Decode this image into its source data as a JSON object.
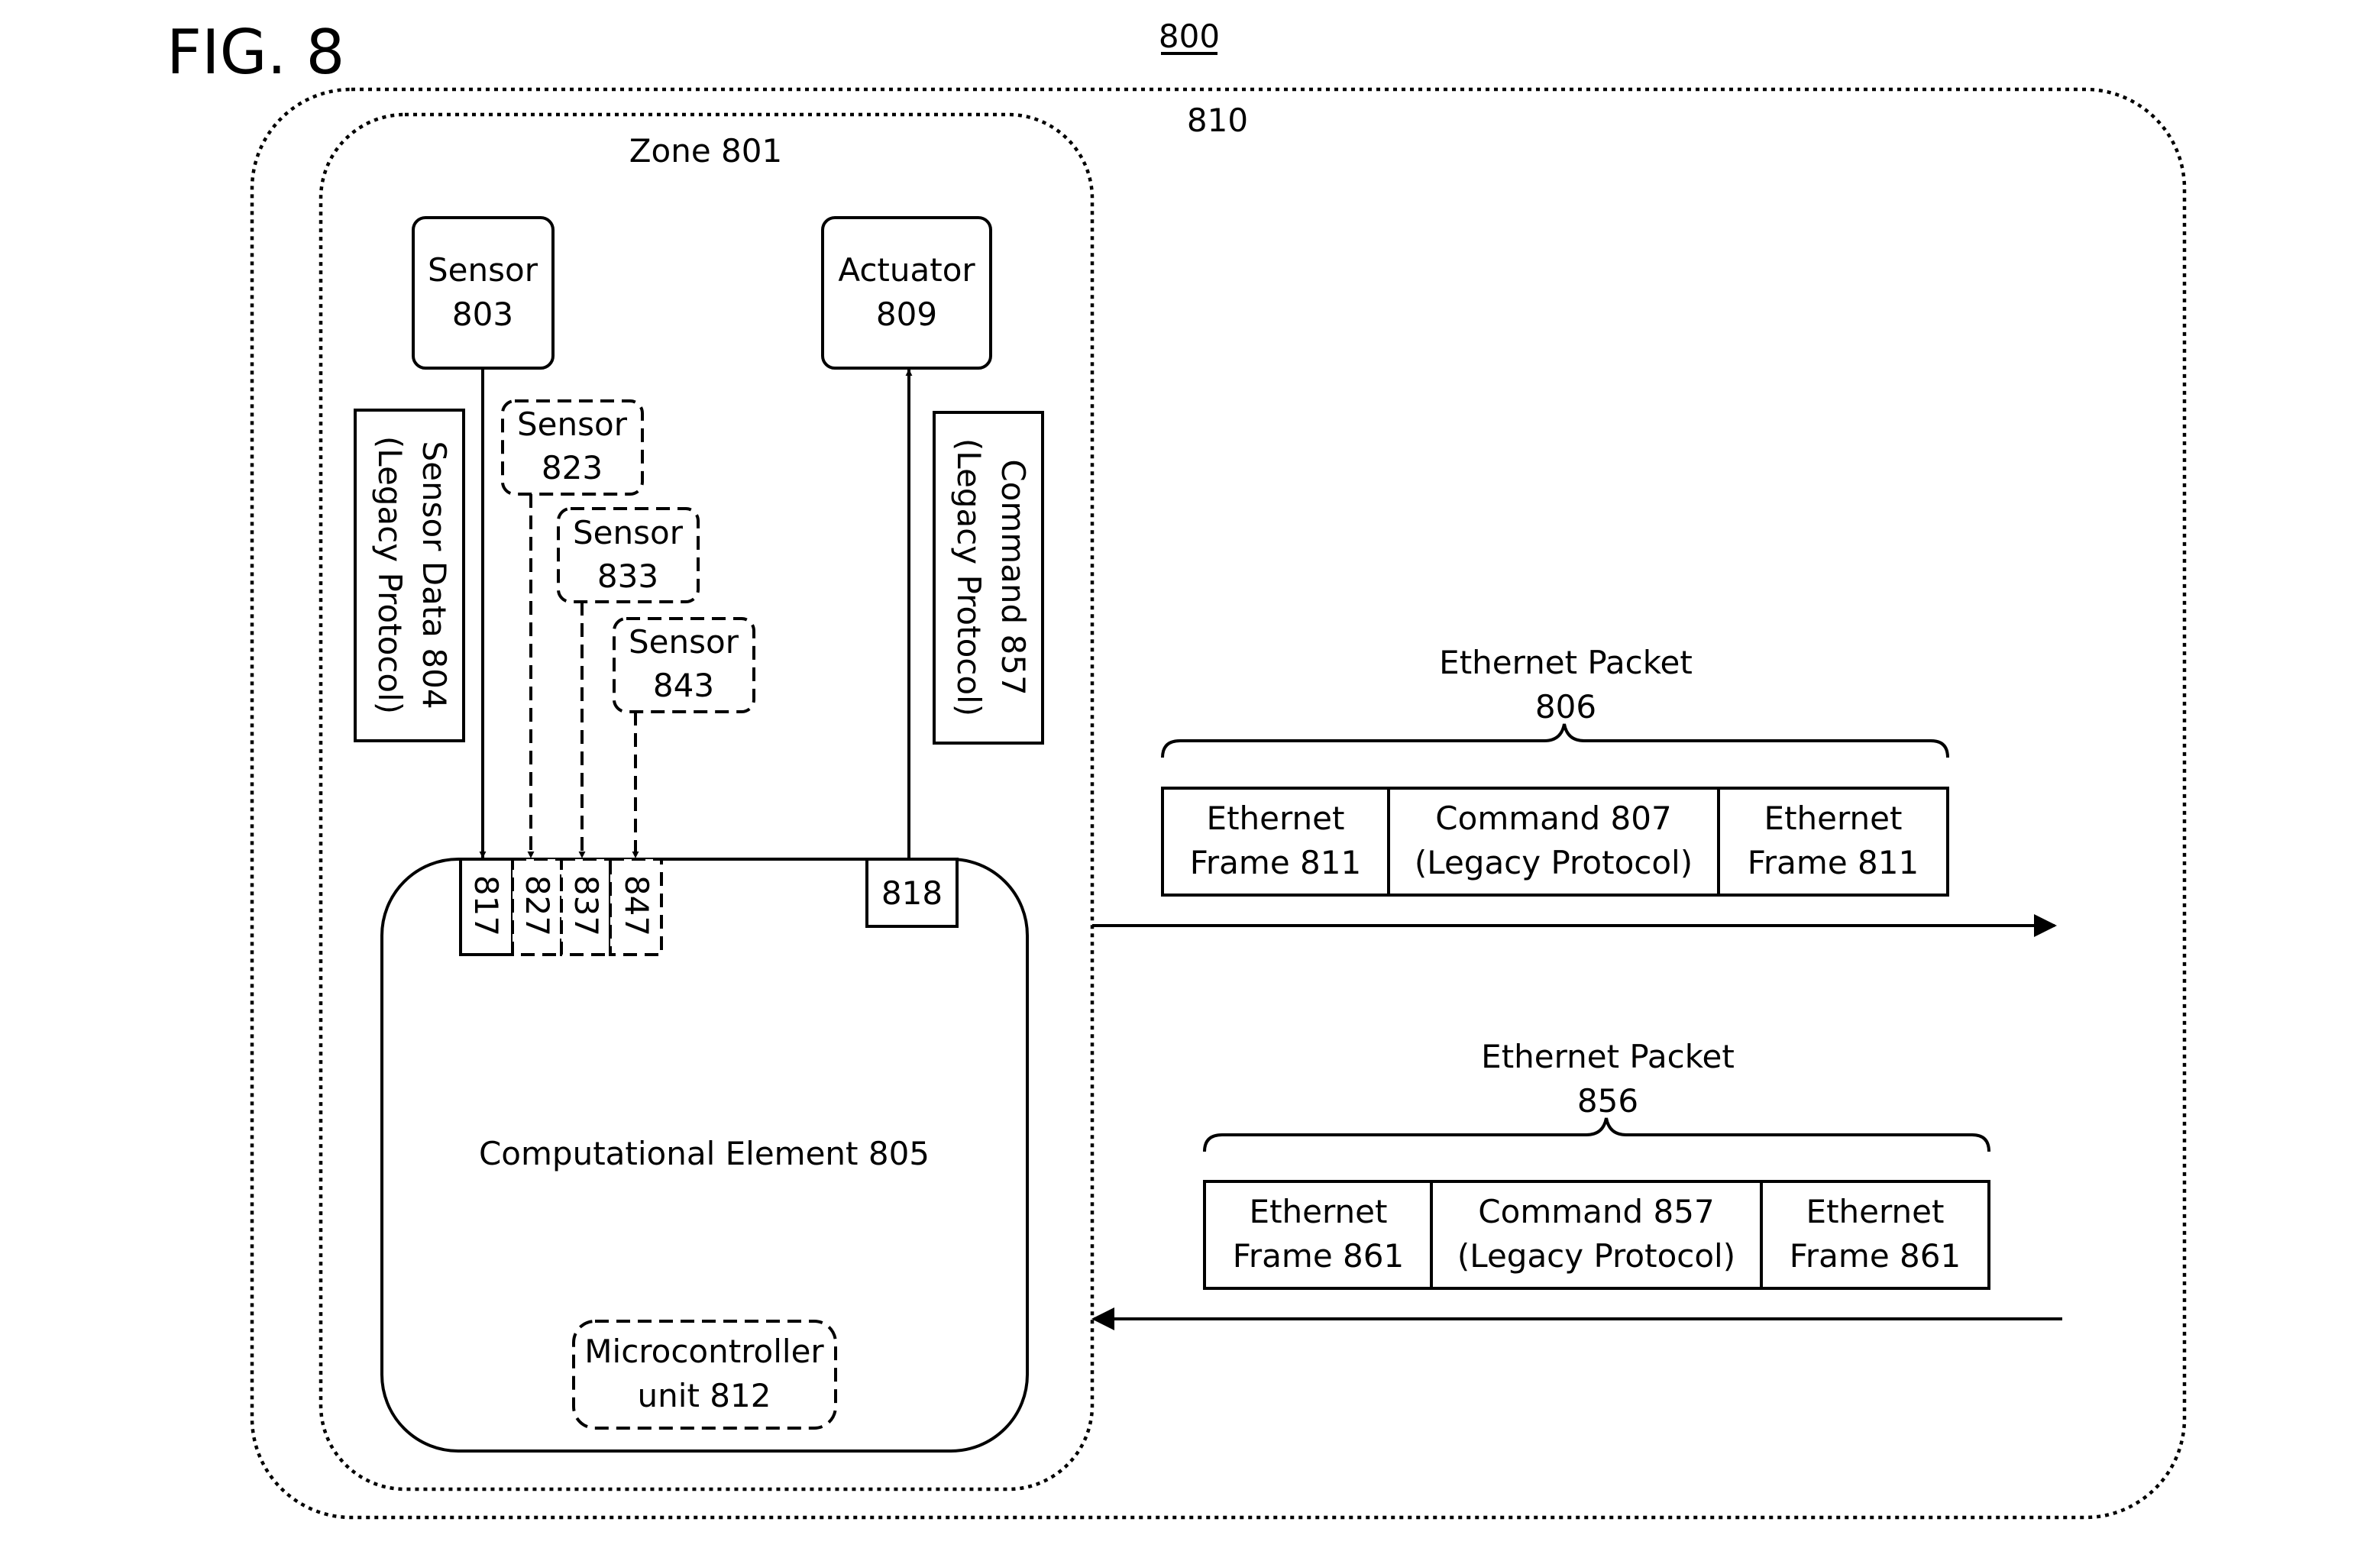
{
  "figure": {
    "title": "FIG. 8",
    "ref": "800",
    "system_ref": "810"
  },
  "zone": {
    "label": "Zone 801"
  },
  "sensor_803": {
    "line1": "Sensor",
    "line2": "803"
  },
  "actuator_809": {
    "line1": "Actuator",
    "line2": "809"
  },
  "sensor_823": {
    "line1": "Sensor",
    "line2": "823"
  },
  "sensor_833": {
    "line1": "Sensor",
    "line2": "833"
  },
  "sensor_843": {
    "line1": "Sensor",
    "line2": "843"
  },
  "sensor_data_804": {
    "line1": "Sensor Data 804",
    "line2": "(Legacy Protocol)"
  },
  "command_857_vertical": {
    "line1": "Command 857",
    "line2": "(Legacy Protocol)"
  },
  "ports": {
    "p817": "817",
    "p827": "827",
    "p837": "837",
    "p847": "847",
    "p818": "818"
  },
  "computational_element": {
    "label": "Computational Element 805"
  },
  "microcontroller": {
    "line1": "Microcontroller",
    "line2": "unit 812"
  },
  "packet_806": {
    "title_line1": "Ethernet Packet",
    "title_line2": "806",
    "cells": [
      {
        "line1": "Ethernet",
        "line2": "Frame 811"
      },
      {
        "line1": "Command 807",
        "line2": "(Legacy Protocol)"
      },
      {
        "line1": "Ethernet",
        "line2": "Frame 811"
      }
    ]
  },
  "packet_856": {
    "title_line1": "Ethernet Packet",
    "title_line2": "856",
    "cells": [
      {
        "line1": "Ethernet",
        "line2": "Frame 861"
      },
      {
        "line1": "Command 857",
        "line2": "(Legacy Protocol)"
      },
      {
        "line1": "Ethernet",
        "line2": "Frame 861"
      }
    ]
  }
}
